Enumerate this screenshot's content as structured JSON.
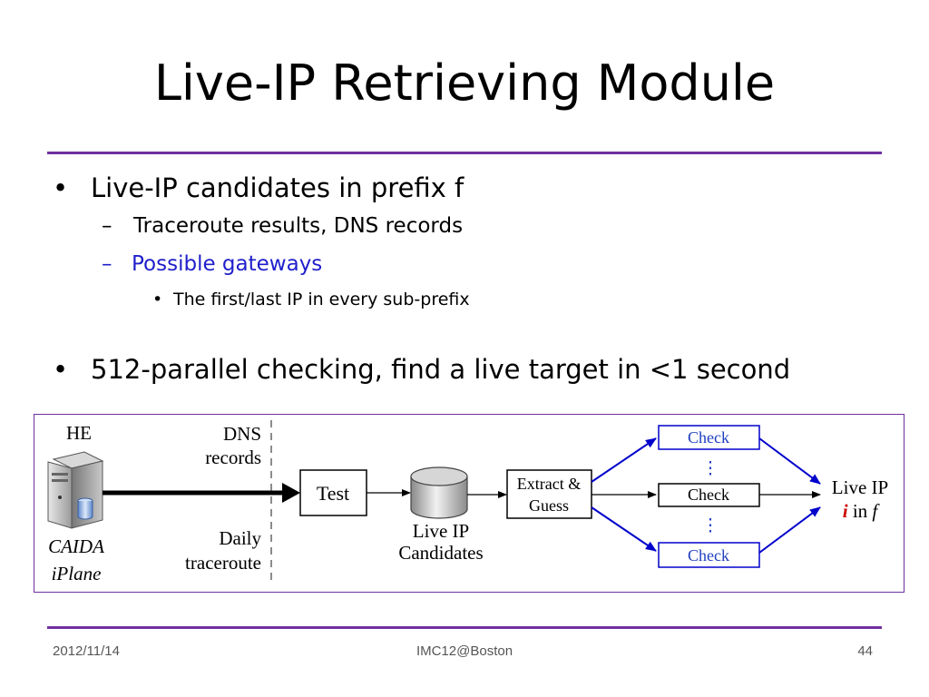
{
  "slide": {
    "title": "Live-IP Retrieving Module",
    "bullets": {
      "b1": "Live-IP candidates in prefix f",
      "b1_sub1": "Traceroute results, DNS records",
      "b1_sub2": "Possible gateways",
      "b1_sub2_sub1": "The first/last IP in every sub-prefix",
      "b2": "512-parallel checking, find a live target in <1 second"
    },
    "bullet_markers": {
      "level1": "•",
      "level2": "–",
      "level3": "•"
    }
  },
  "diagram": {
    "he_label": "HE",
    "caida_label": "CAIDA",
    "iplane_label": "iPlane",
    "dns_line1": "DNS",
    "dns_line2": "records",
    "daily_line1": "Daily",
    "daily_line2": "traceroute",
    "test_label": "Test",
    "candidates_line1": "Live IP",
    "candidates_line2": "Candidates",
    "extract_line1": "Extract &",
    "extract_line2": "Guess",
    "check_top": "Check",
    "check_mid": "Check",
    "check_bottom": "Check",
    "dots_upper": "⋮",
    "dots_lower": "⋮",
    "live_ip_line1": "Live IP",
    "live_ip_i": "i",
    "live_ip_in": " in ",
    "live_ip_f": "f",
    "colors": {
      "arrow_blue": "#0000cc",
      "check_text_blue": "#1f3fbf",
      "accent_red": "#cc0000"
    }
  },
  "footer": {
    "date": "2012/11/14",
    "venue": "IMC12@Boston",
    "page": "44"
  }
}
